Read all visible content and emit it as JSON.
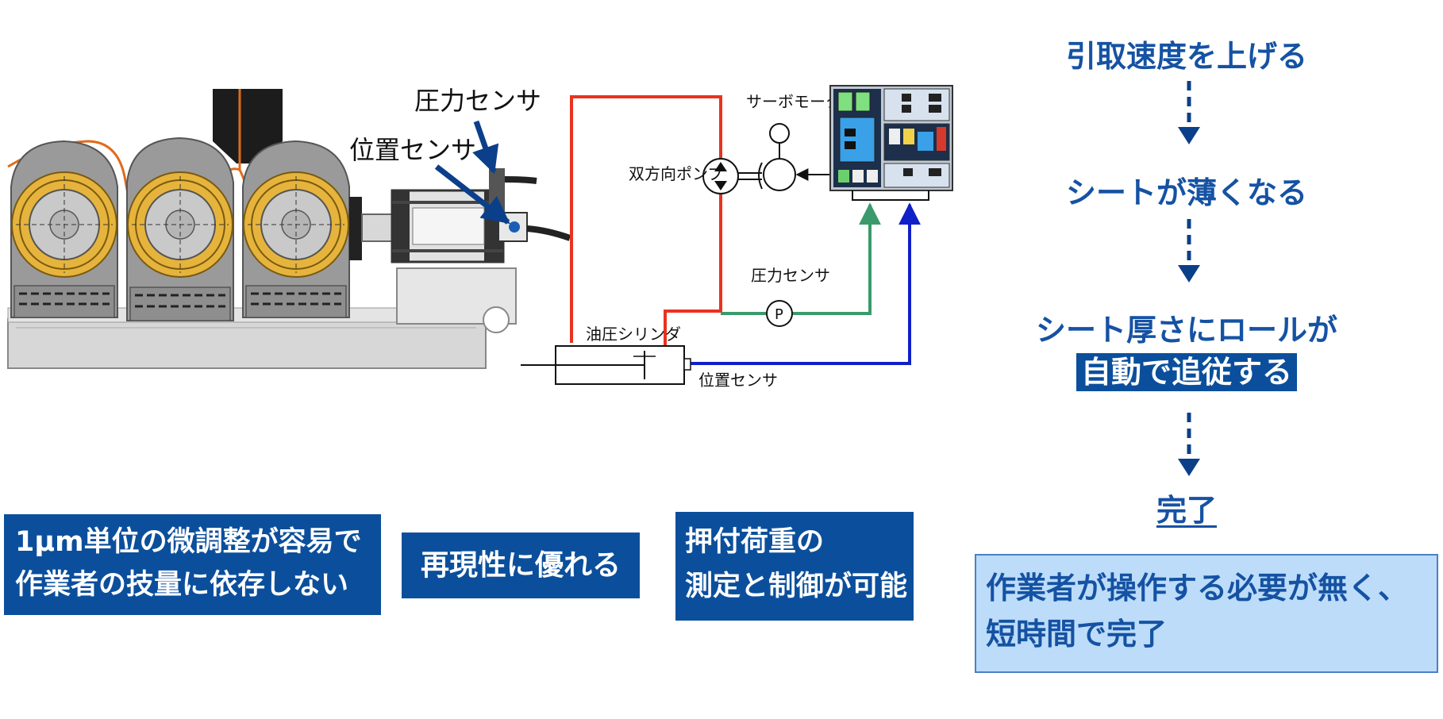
{
  "labels": {
    "pressure_sensor_roll": "圧力センサ",
    "position_sensor_roll": "位置センサ",
    "servo_motor": "サーボモータ",
    "bidirectional_pump": "双方向ポンプ",
    "pressure_sensor_circuit": "圧力センサ",
    "pressure_gauge_symbol": "P",
    "hydraulic_cylinder": "油圧シリンダ",
    "position_sensor_circuit": "位置センサ"
  },
  "features": {
    "fine_adjust": [
      "1μm単位の微調整が容易で",
      "作業者の技量に依存しない"
    ],
    "reproducibility": "再現性に優れる",
    "load_control": [
      "押付荷重の",
      "測定と制御が可能"
    ]
  },
  "flow": {
    "step1": "引取速度を上げる",
    "step2": "シートが薄くなる",
    "step3_line1": "シート厚さにロールが",
    "step3_line2": "自動で追従する",
    "done": "完了",
    "result": [
      "作業者が操作する必要が無く、",
      "短時間で完了"
    ]
  },
  "colors": {
    "callout_bg": "#0b4f9c",
    "flow_text": "#1552a3",
    "result_bg": "#bcdcf9",
    "oil_line": "#e8331f",
    "pressure_signal": "#3a9a6b",
    "position_signal": "#1020c8",
    "roll_gold": "#e6b43c",
    "machine_gray": "#9a9a9a"
  }
}
